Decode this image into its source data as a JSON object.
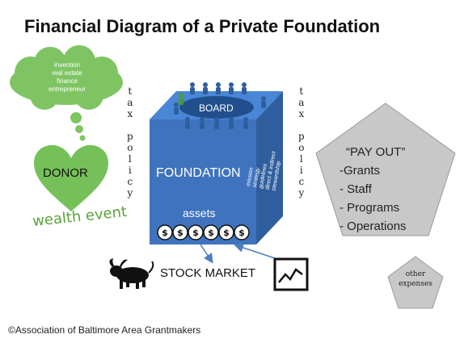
{
  "title": "Financial Diagram of a Private Foundation",
  "tax_policy_letters": [
    "t",
    "a",
    "x",
    "",
    "p",
    "o",
    "l",
    "i",
    "c",
    "y"
  ],
  "donor": {
    "cloud_lines": [
      "invention",
      "real estate",
      "finance",
      "entrepreneur"
    ],
    "label": "DONOR",
    "event": "wealth event"
  },
  "foundation": {
    "board": "BOARD",
    "name": "FOUNDATION",
    "assets": "assets",
    "side_lines": [
      "mission",
      "strategy",
      "guidelines",
      "direct & indirect",
      "stewardship"
    ]
  },
  "stock_market": "STOCK MARKET",
  "payout": {
    "heading": "“PAY OUT”",
    "items": [
      "-Grants",
      "- Staff",
      "- Programs",
      "- Operations"
    ]
  },
  "other_expenses": [
    "other",
    "expenses"
  ],
  "credit": "©Association of Baltimore Area Grantmakers",
  "colors": {
    "cube_front": "#3f73be",
    "cube_top": "#4a86d6",
    "cube_side": "#2f5e9e",
    "board_ellipse": "#214f8e",
    "heart": "#76c05a",
    "cloud": "#7fc463",
    "pentagon": "#c8c8c8",
    "people": "#2f5e9e",
    "lead_person": "#4a9a3a",
    "arrow": "#4a7fc0"
  }
}
